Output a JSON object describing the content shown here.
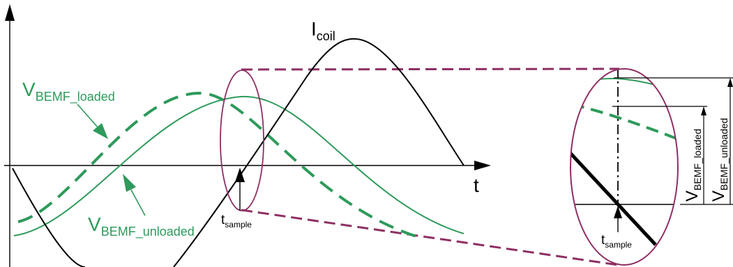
{
  "labels": {
    "t_axis": "t",
    "i_coil_main": "I",
    "i_coil_sub": "coil",
    "v_loaded_main": "V",
    "v_loaded_sub": "BEMF_loaded",
    "v_unloaded_main": "V",
    "v_unloaded_sub": "BEMF_unloaded",
    "t_sample_main": "t",
    "t_sample_sub": "sample",
    "zoom_t_sample_main": "t",
    "zoom_t_sample_sub": "sample",
    "zoom_v_loaded_main": "V",
    "zoom_v_loaded_sub": "BEMF_loaded",
    "zoom_v_unloaded_main": "V",
    "zoom_v_unloaded_sub": "BEMF_unloaded"
  },
  "colors": {
    "bemf": "#2e9a5b",
    "coil": "#000000",
    "zoom": "#8e2f63",
    "axis": "#000000"
  }
}
